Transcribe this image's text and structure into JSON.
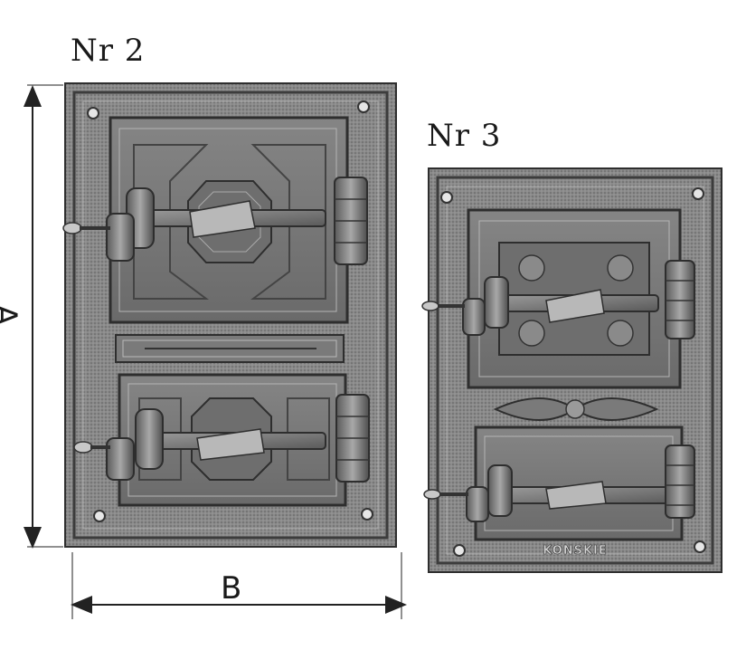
{
  "labels": {
    "door_2": "Nr 2",
    "door_3": "Nr 3",
    "dimension_a": "A",
    "dimension_b": "B",
    "foundry_mark": "KONSKIE"
  },
  "colors": {
    "iron_dark": "#3a3a3a",
    "iron_mid": "#7d7d7d",
    "iron_light": "#b8b8b8",
    "background": "#ffffff"
  }
}
